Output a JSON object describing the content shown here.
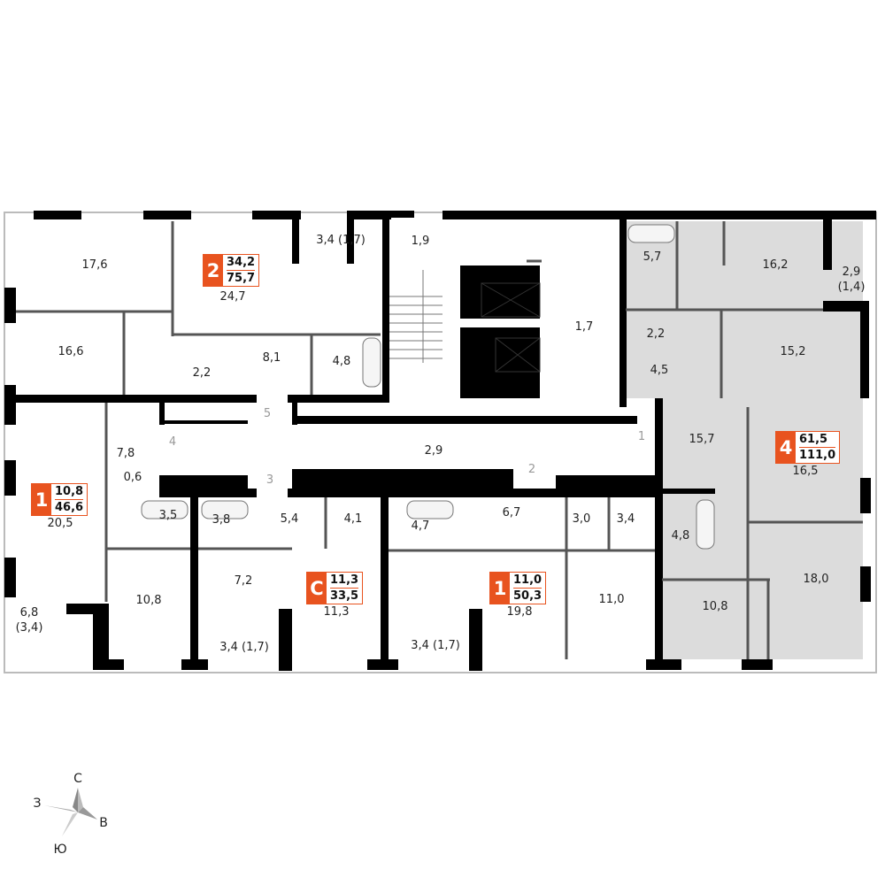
{
  "colors": {
    "accent": "#e8531f",
    "wall": "#000000",
    "highlight": "#dcdcdc"
  },
  "rooms": [
    "17,6",
    "24,7",
    "3,4 (1,7)",
    "1,9",
    "5,7",
    "16,2",
    "2,9",
    "(1,4)",
    "16,6",
    "8,1",
    "4,8",
    "2,2",
    "1,7",
    "2,2",
    "15,2",
    "4,5",
    "2,9",
    "15,7",
    "16,5",
    "7,8",
    "0,6",
    "20,5",
    "3,5",
    "3,8",
    "5,4",
    "4,1",
    "4,7",
    "6,7",
    "3,0",
    "3,4",
    "4,8",
    "18,0",
    "10,8",
    "7,2",
    "11,3",
    "19,8",
    "11,0",
    "10,8",
    "6,8",
    "(3,4)",
    "3,4 (1,7)",
    "3,4 (1,7)"
  ],
  "doors": [
    "5",
    "4",
    "3",
    "2",
    "1"
  ],
  "units": [
    {
      "rooms": "2",
      "living": "34,2",
      "total": "75,7"
    },
    {
      "rooms": "1",
      "living": "10,8",
      "total": "46,6"
    },
    {
      "rooms": "С",
      "living": "11,3",
      "total": "33,5"
    },
    {
      "rooms": "1",
      "living": "11,0",
      "total": "50,3"
    },
    {
      "rooms": "4",
      "living": "61,5",
      "total": "111,0"
    }
  ],
  "compass": {
    "north": "С",
    "west": "З",
    "east": "В",
    "south": "Ю"
  }
}
